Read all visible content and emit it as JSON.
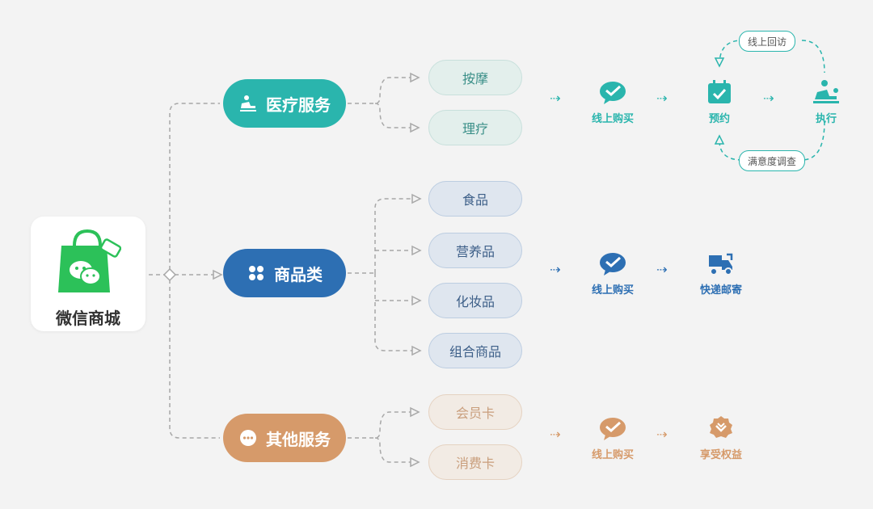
{
  "root": {
    "label": "微信商城"
  },
  "categories": [
    {
      "label": "医疗服务",
      "icon": "massage-person-icon",
      "color": "#2ab5ad"
    },
    {
      "label": "商品类",
      "icon": "grid-four-dots-icon",
      "color": "#2d6fb3"
    },
    {
      "label": "其他服务",
      "icon": "more-dots-icon",
      "color": "#d69a6a"
    }
  ],
  "medical_items": [
    "按摩",
    "理疗"
  ],
  "goods_items": [
    "食品",
    "营养品",
    "化妆品",
    "组合商品"
  ],
  "other_items": [
    "会员卡",
    "消费卡"
  ],
  "medical_flow": {
    "purchase": "线上购买",
    "booking": "预约",
    "execute": "执行",
    "loop_top": "线上回访",
    "loop_bottom": "满意度调查"
  },
  "goods_flow": {
    "purchase": "线上购买",
    "delivery": "快递邮寄"
  },
  "other_flow": {
    "purchase": "线上购买",
    "benefit": "享受权益"
  },
  "arrow_glyph": "⇢",
  "colors": {
    "teal": "#2ab5ad",
    "blue": "#2d6fb3",
    "tan": "#d69a6a",
    "wechat_green": "#2cc159"
  }
}
